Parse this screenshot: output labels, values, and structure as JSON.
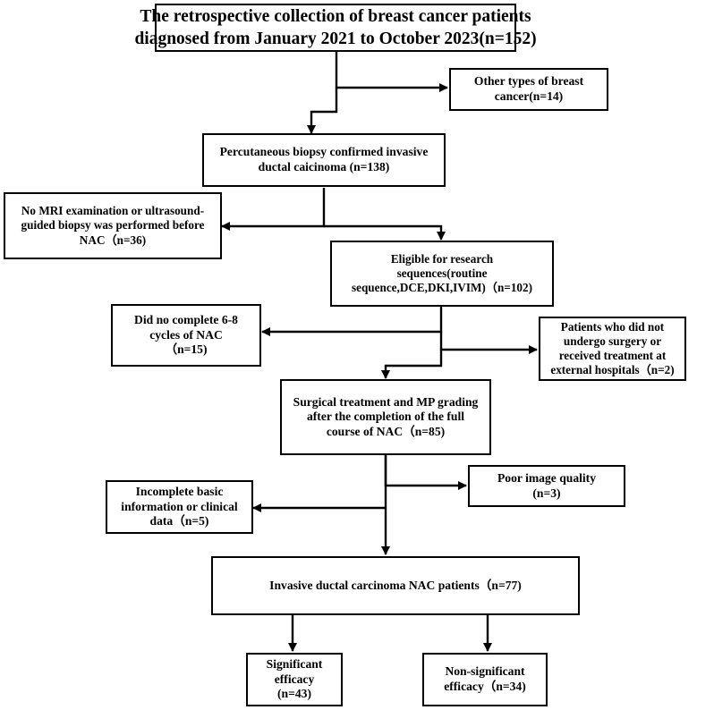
{
  "boxes": {
    "initial": [
      "The retrospective collection of breast cancer patients",
      "diagnosed from January 2021 to October 2023(n=152)"
    ],
    "other_types": [
      "Other types of breast",
      "cancer(n=14)"
    ],
    "biopsy": [
      "Percutaneous biopsy confirmed invasive",
      "ductal caicinoma  (n=138)"
    ],
    "no_mri": [
      "No MRI examination or ultrasound-",
      "guided biopsy was performed before",
      "NAC（n=36)"
    ],
    "eligible": [
      "Eligible for research",
      "sequences(routine",
      "sequence,DCE,DKI,IVIM)（n=102)"
    ],
    "did_not_complete": [
      "Did no complete 6-8",
      "cycles of NAC",
      "（n=15)"
    ],
    "no_surgery": [
      "Patients who did not",
      "undergo surgery or",
      "received treatment at",
      "external hospitals（n=2)"
    ],
    "surgical": [
      "Surgical treatment and MP grading",
      "after the completion of the full",
      "course of NAC（n=85)"
    ],
    "poor_image": [
      "Poor image quality",
      "(n=3)"
    ],
    "incomplete": [
      "Incomplete basic",
      "information or clinical",
      "data（n=5)"
    ],
    "final": [
      "Invasive ductal carcinoma NAC patients（n=77)"
    ],
    "significant": [
      "Significant",
      "efficacy",
      "(n=43)"
    ],
    "non_significant": [
      "Non-significant",
      "efficacy（n=34)"
    ]
  },
  "colors": {
    "line": "#000000",
    "box_border": "#000000",
    "background": "#ffffff"
  }
}
